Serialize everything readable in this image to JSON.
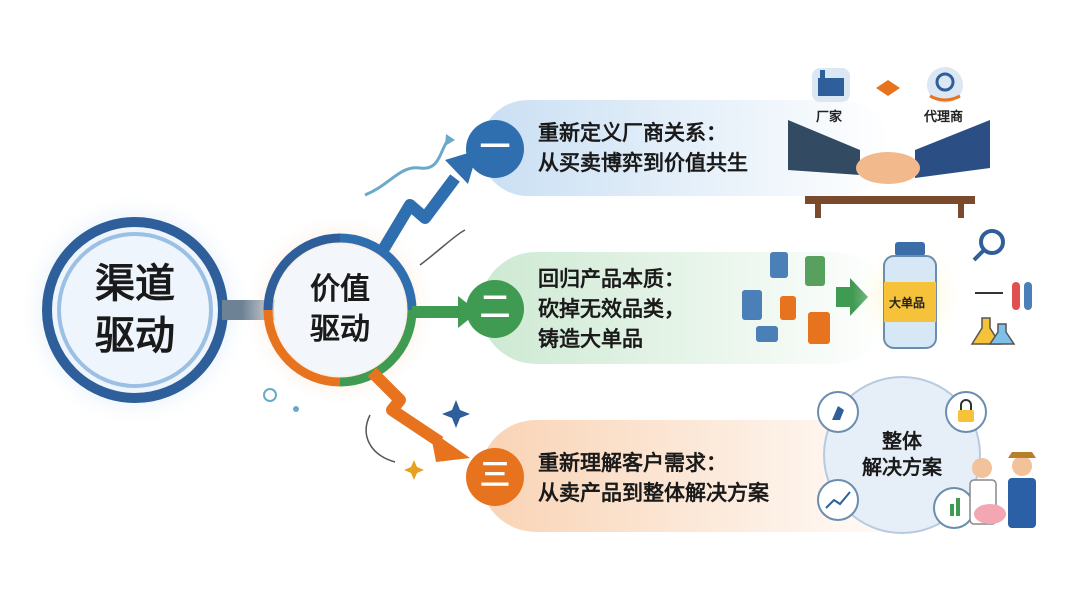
{
  "center": {
    "line1": "渠道",
    "line2": "驱动"
  },
  "hub": {
    "line1": "价值",
    "line2": "驱动"
  },
  "rows": [
    {
      "number": "一",
      "line1": "重新定义厂商关系：",
      "line2": "从买卖博弈到价值共生",
      "color": "#2f6fb0"
    },
    {
      "number": "二",
      "line1": "回归产品本质：",
      "line2": "砍掉无效品类，",
      "line3": "铸造大单品",
      "color": "#3f9a52"
    },
    {
      "number": "三",
      "line1": "重新理解客户需求：",
      "line2": "从卖产品到整体解决方案",
      "color": "#e8731f"
    }
  ],
  "illustrations": {
    "row1": {
      "left_label": "厂家",
      "right_label": "代理商",
      "icons": [
        "factory-icon",
        "handshake-icon",
        "gear-hands-icon"
      ]
    },
    "row2": {
      "bottle_label": "大单品",
      "icons": [
        "magnifier-icon",
        "test-tubes-icon",
        "flask-icon"
      ]
    },
    "row3": {
      "circle_line1": "整体",
      "circle_line2": "解决方案",
      "icons": [
        "microscope-icon",
        "lock-icon",
        "chart-icon",
        "money-chart-icon"
      ]
    }
  }
}
